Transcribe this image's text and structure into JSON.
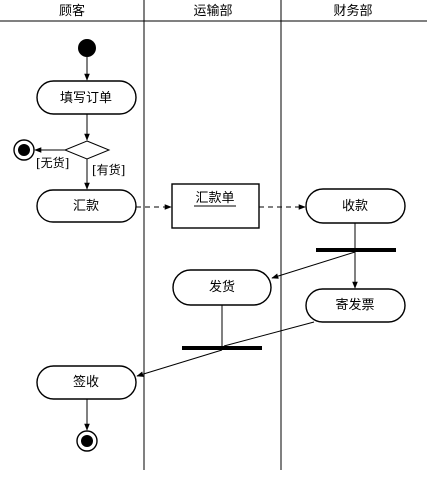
{
  "swimlanes": {
    "customer": "顾客",
    "shipping": "运输部",
    "finance": "财务部"
  },
  "activities": {
    "fill_order": "填写订单",
    "remit": "汇款",
    "receive_payment": "收款",
    "ship_goods": "发货",
    "send_invoice": "寄发票",
    "sign_receipt": "签收"
  },
  "object_node": "汇款单",
  "guards": {
    "out_of_stock": "[无货]",
    "in_stock": "[有货]"
  }
}
